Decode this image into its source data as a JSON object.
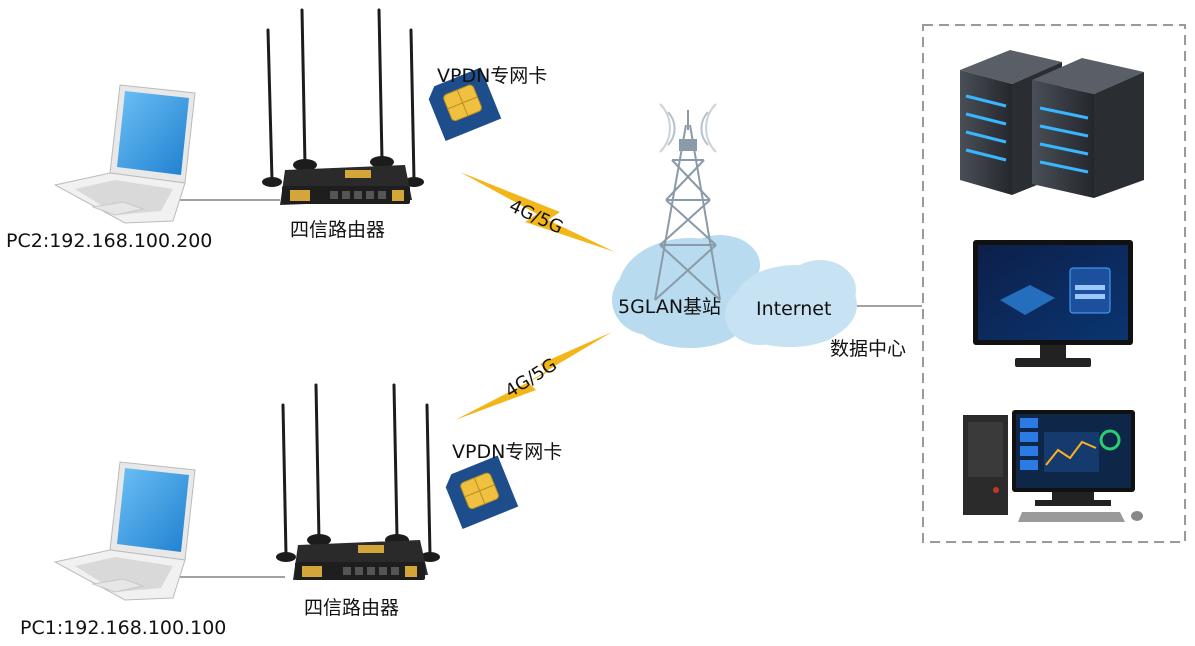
{
  "pc2_label": "PC2:192.168.100.200",
  "pc1_label": "PC1:192.168.100.100",
  "router_top_label": "四信路由器",
  "router_bottom_label": "四信路由器",
  "sim_top_label": "VPDN专网卡",
  "sim_bottom_label": "VPDN专网卡",
  "link_top_label": "4G/5G",
  "link_bottom_label": "4G/5G",
  "base_station_label": "5GLAN基站",
  "internet_label": "Internet",
  "datacenter_label": "数据中心",
  "colors": {
    "cloud": "#b8dbef",
    "bolt": "#f2b618",
    "sim_card": "#1d4d8b",
    "sim_chip": "#f0c040",
    "router_body": "#2a2a2a",
    "router_accent": "#d4a63a",
    "laptop_screen": "#3a9be0",
    "server": "#3b3f45",
    "server_led": "#38b6ff",
    "dashed_border": "#9a9a9a",
    "tower": "#8a9aa8"
  }
}
